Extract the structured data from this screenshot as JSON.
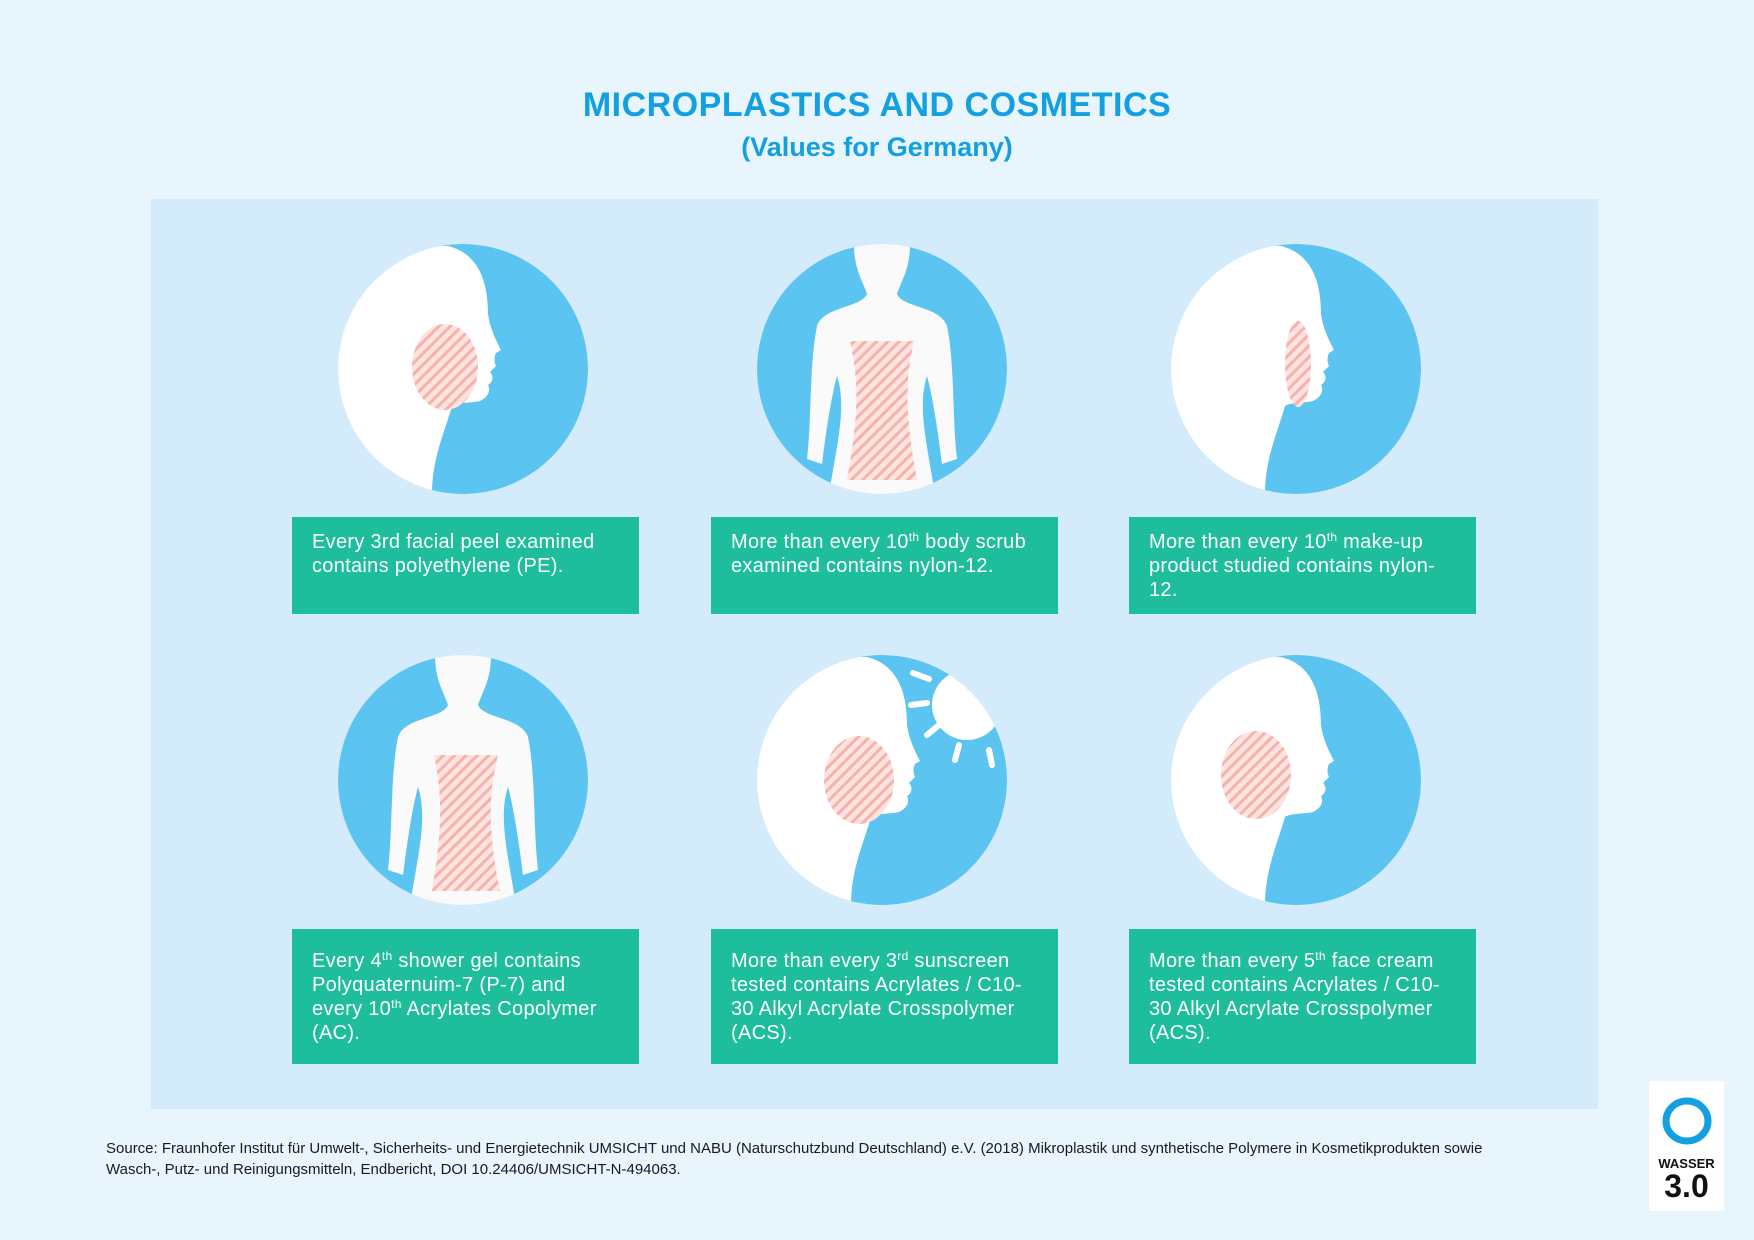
{
  "header": {
    "title": "MICROPLASTICS AND COSMETICS",
    "subtitle": "(Values for Germany)"
  },
  "colors": {
    "title": "#139fe0",
    "panel": "#d3ebfa",
    "circle": "#5bc4f1",
    "box": "#1ebe9c",
    "hatch": "#f6b1aa"
  },
  "cards": [
    {
      "icon": "face-profile-icon",
      "parts": [
        "Every 3rd facial peel examined contains polyethylene (PE)."
      ]
    },
    {
      "icon": "body-torso-icon",
      "pre": "More than every 10",
      "sup": "th",
      "post": " body scrub examined contains nylon-12."
    },
    {
      "icon": "face-profile-icon",
      "pre": "More than every 10",
      "sup": "th",
      "post": " make-up product studied contains nylon-12."
    },
    {
      "icon": "body-torso-icon",
      "pre": "Every 4",
      "sup": "th",
      "mid": " shower gel contains Polyquaternuim-7 (P-7) and every 10",
      "sup2": "th",
      "post": " Acrylates Copolymer (AC)."
    },
    {
      "icon": "face-sun-icon",
      "pre": "More than every 3",
      "sup": "rd",
      "post": " sunscreen tested contains Acrylates / C10-30 Alkyl Acrylate Crosspolymer (ACS)."
    },
    {
      "icon": "face-profile-icon",
      "pre": "More than every 5",
      "sup": "th",
      "post": " face cream tested contains Acrylates / C10-30 Alkyl Acrylate Crosspolymer (ACS)."
    }
  ],
  "source": "Source: Fraunhofer Institut für Umwelt-, Sicherheits- und Energietechnik UMSICHT und NABU (Naturschutzbund Deutschland) e.V. (2018) Mikroplastik und synthetische Polymere in Kosmetikprodukten sowie Wasch-, Putz- und Reinigungsmitteln, Endbericht, DOI 10.24406/UMSICHT-N-494063.",
  "logo": {
    "line1": "WASSER",
    "line2": "3.0"
  }
}
